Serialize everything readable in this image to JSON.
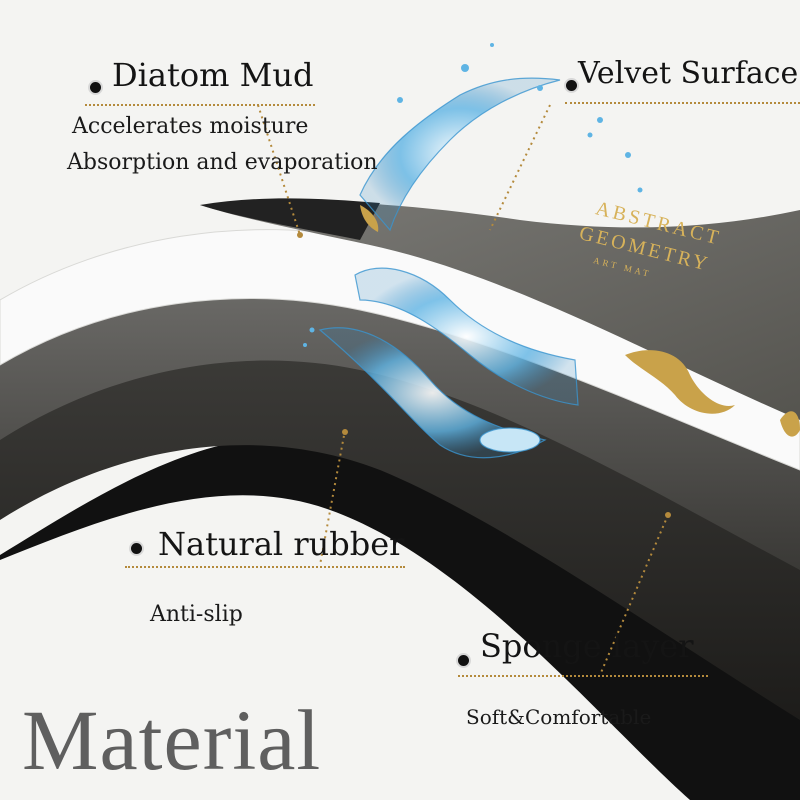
{
  "layers": [
    {
      "id": "diatom",
      "title": "Diatom Mud",
      "desc": [
        "Accelerates moisture",
        "Absorption and evaporation"
      ]
    },
    {
      "id": "velvet",
      "title": "Velvet Surface",
      "desc": []
    },
    {
      "id": "rubber",
      "title": "Natural rubber",
      "desc": [
        "Anti-slip"
      ]
    },
    {
      "id": "sponge",
      "title": "Sponge layer",
      "desc": [
        "Soft&Comfortable"
      ]
    }
  ],
  "mat_print": {
    "line1": "ABSTRACT",
    "line2": "GEOMETRY",
    "line3": "ART MAT"
  },
  "heading": "Material",
  "colors": {
    "accent_gold": "#b48a3c",
    "water": "#4aa6d8",
    "velvet": "#6e6d69",
    "rubber": "#2d2c2a"
  },
  "icons": {
    "bullet": "black-dot-bullet",
    "water": "water-splash",
    "mat": "layered-mat-cross-section"
  }
}
